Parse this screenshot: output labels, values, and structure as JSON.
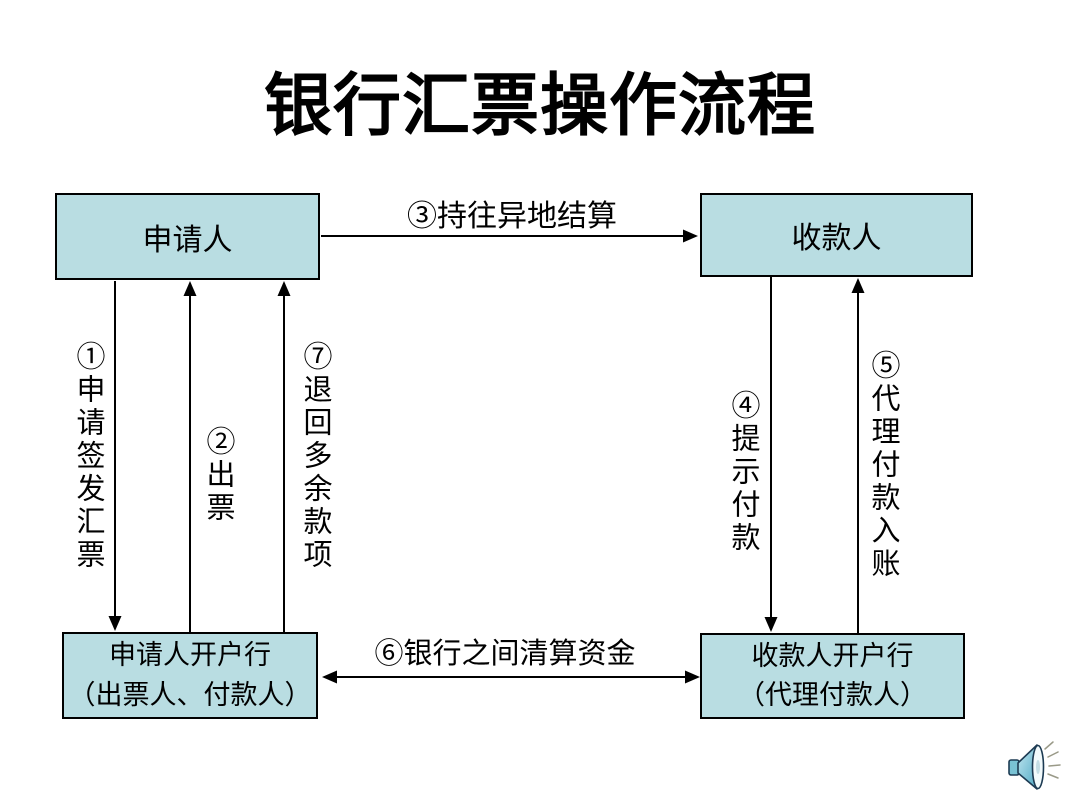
{
  "title": "银行汇票操作流程",
  "colors": {
    "background": "#ffffff",
    "node_fill": "#b9dde2",
    "node_border": "#000000",
    "arrow": "#000000"
  },
  "nodes": {
    "applicant": {
      "label": "申请人"
    },
    "payee": {
      "label": "收款人"
    },
    "applicant_bank": {
      "line1": "申请人开户行",
      "line2": "（出票人、付款人）"
    },
    "payee_bank": {
      "line1": "收款人开户行",
      "line2": "（代理付款人）"
    }
  },
  "flows": {
    "step1": "①申请签发汇票",
    "step2": "②出票",
    "step3": "③持往异地结算",
    "step4": "④提示付款",
    "step5": "⑤代理付款入账",
    "step6": "⑥银行之间清算资金",
    "step7": "⑦退回多余款项"
  },
  "icons": {
    "speaker": "speaker-icon"
  }
}
